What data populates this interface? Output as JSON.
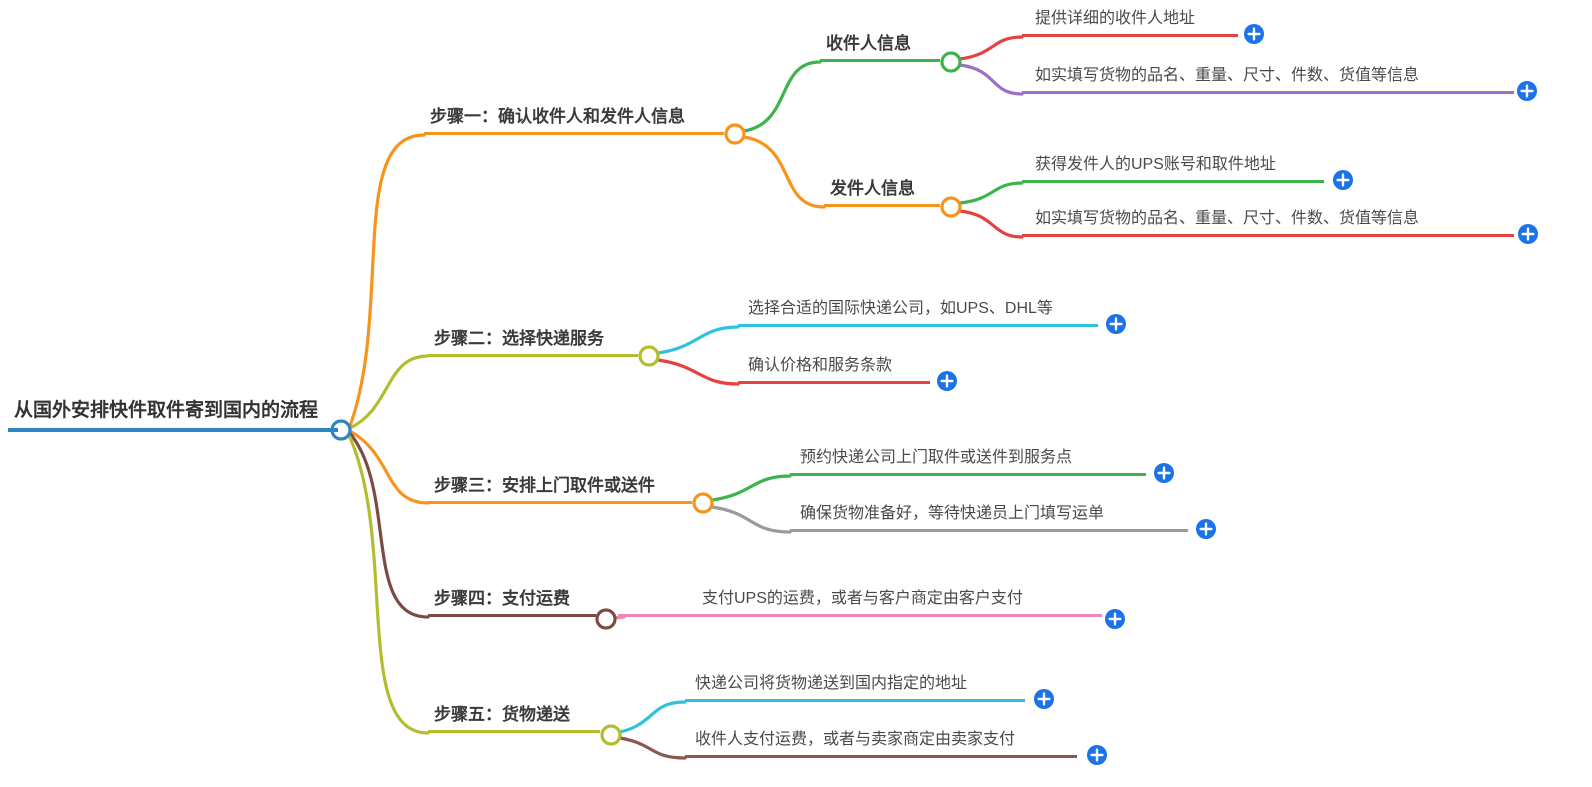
{
  "ui": {
    "add_color": "#1a73e8",
    "background": "#ffffff",
    "root_color": "#2e86c1"
  },
  "root": {
    "label": "从国外安排快件取件寄到国内的流程",
    "color": "#2e86c1"
  },
  "branches": [
    {
      "label": "步骤一：确认收件人和发件人信息",
      "color": "#f7941e",
      "children": [
        {
          "label": "收件人信息",
          "color": "#3cb44c",
          "children": [
            {
              "label": "提供详细的收件人地址",
              "color": "#e5413e"
            },
            {
              "label": "如实填写货物的品名、重量、尺寸、件数、货值等信息",
              "color": "#9b6ec8"
            }
          ]
        },
        {
          "label": "发件人信息",
          "color": "#f7941e",
          "children": [
            {
              "label": "获得发件人的UPS账号和取件地址",
              "color": "#3cb44c"
            },
            {
              "label": "如实填写货物的品名、重量、尺寸、件数、货值等信息",
              "color": "#e5413e"
            }
          ]
        }
      ]
    },
    {
      "label": "步骤二：选择快递服务",
      "color": "#b2bd30",
      "children": [
        {
          "label": "选择合适的国际快递公司，如UPS、DHL等",
          "color": "#2fc2dd"
        },
        {
          "label": "确认价格和服务条款",
          "color": "#e5413e"
        }
      ]
    },
    {
      "label": "步骤三：安排上门取件或送件",
      "color": "#f7941e",
      "children": [
        {
          "label": "预约快递公司上门取件或送件到服务点",
          "color": "#3cb44c"
        },
        {
          "label": "确保货物准备好，等待快递员上门填写运单",
          "color": "#9a9a9a"
        }
      ]
    },
    {
      "label": "步骤四：支付运费",
      "color": "#7d4b44",
      "children": [
        {
          "label": "支付UPS的运费，或者与客户商定由客户支付",
          "color": "#f184b8"
        }
      ]
    },
    {
      "label": "步骤五：货物递送",
      "color": "#b2bd30",
      "children": [
        {
          "label": "快递公司将货物递送到国内指定的地址",
          "color": "#2fc2dd"
        },
        {
          "label": "收件人支付运费，或者与卖家商定由卖家支付",
          "color": "#8a5a50"
        }
      ]
    }
  ]
}
